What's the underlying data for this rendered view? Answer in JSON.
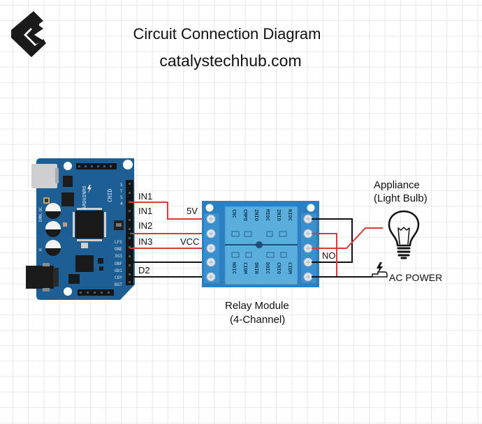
{
  "header": {
    "logo": "catalystechhub-logo-icon",
    "title": "Circuit Connection Diagram",
    "site": "catalystechhub.com"
  },
  "arduino": {
    "brand": "ARDUINRO",
    "rating": "DMN.OC",
    "cap_label": "H",
    "logo_text": "CHID",
    "header_labels_top": [
      "S",
      "T",
      "S",
      "4"
    ],
    "header_labels_bottom": [
      "LFS",
      "ONE",
      "3G3",
      "OBF",
      "OD1",
      "COY",
      "BGT"
    ]
  },
  "wires": {
    "left_labels": [
      "IN1",
      "IN1",
      "IN2",
      "IN3",
      "D2"
    ],
    "relay_side_labels": [
      "5V",
      "VCC"
    ],
    "output_labels": [
      "NO"
    ]
  },
  "relay": {
    "caption_line1": "Relay Module",
    "caption_line2": "(4-Channel)",
    "top_labels": [
      "CNC",
      "CMPO",
      "ZNIO",
      "MIOC",
      "ZNIO",
      "NIOC"
    ],
    "bottom_labels": [
      "NDIC",
      "CIOM",
      "ONIN",
      "DOIC",
      "CNIO",
      "CIDM"
    ]
  },
  "appliance": {
    "label_line1": "Appliance",
    "label_line2": "(Light Bulb)",
    "icon": "light-bulb-icon"
  },
  "power": {
    "label": "AC POWER",
    "icon": "ac-plug-icon"
  },
  "colors": {
    "arduino_board": "#1d5f95",
    "relay_board": "#2b80c2",
    "relay_panel": "#5aaedc",
    "wire_signal": "#d83a3a",
    "wire_ground": "#111111"
  }
}
